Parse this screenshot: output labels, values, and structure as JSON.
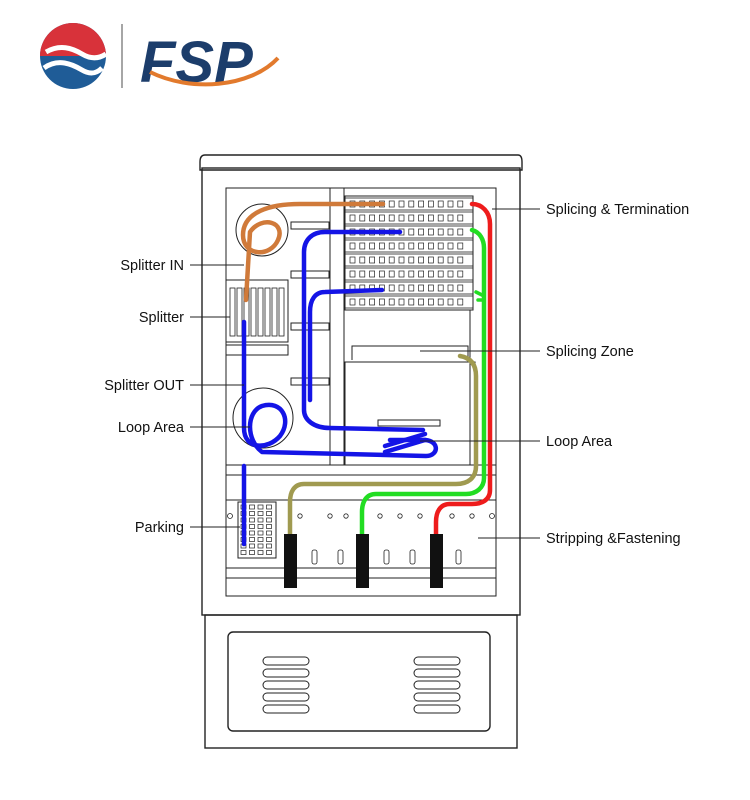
{
  "brand": {
    "name": "FSP",
    "colors": {
      "red": "#d8323a",
      "blue": "#1f5c97",
      "navy": "#1c3d6b",
      "orange": "#e27a2d"
    }
  },
  "labels": {
    "splicing_termination": "Splicing & Termination",
    "splitter_in": "Splitter IN",
    "splitter": "Splitter",
    "splicing_zone": "Splicing Zone",
    "splitter_out": "Splitter OUT",
    "loop_area_left": "Loop Area",
    "loop_area_right": "Loop Area",
    "parking": "Parking",
    "stripping_fastening": "Stripping &Fastening"
  },
  "cable_colors": {
    "orange": "#d07a3a",
    "blue": "#1414e6",
    "red": "#ee1c1c",
    "green": "#22dd22",
    "olive": "#a09a50",
    "black": "#111111"
  }
}
